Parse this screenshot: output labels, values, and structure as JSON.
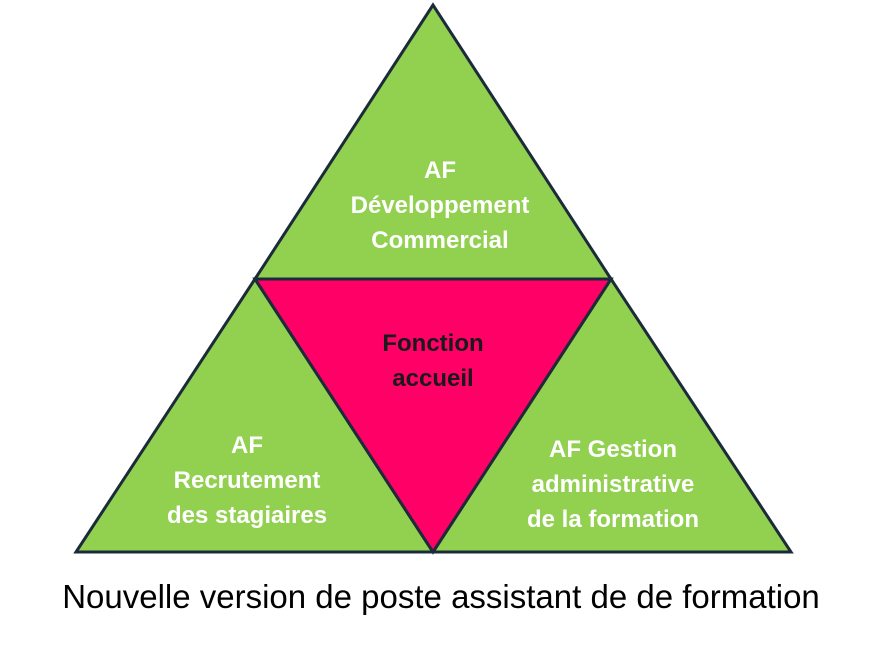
{
  "diagram": {
    "top": {
      "line1": "AF",
      "line2": "Développement",
      "line3": "Commercial"
    },
    "center": {
      "line1": "Fonction",
      "line2": "accueil"
    },
    "left": {
      "line1": "AF",
      "line2": "Recrutement",
      "line3": "des stagiaires"
    },
    "right": {
      "line1": "AF Gestion",
      "line2": "administrative",
      "line3": "de la formation"
    },
    "colors": {
      "outer": "#92d050",
      "center": "#ff0066",
      "outline": "#1c2b3a",
      "label_light": "#ffffff",
      "label_dark": "#1a1a1a"
    }
  },
  "caption": "Nouvelle version de poste assistant de de formation"
}
